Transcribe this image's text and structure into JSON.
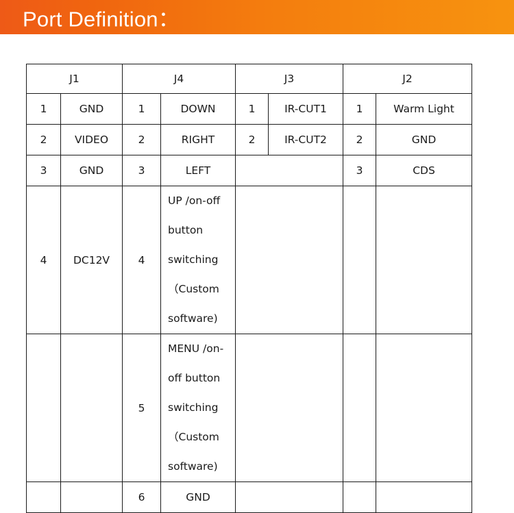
{
  "banner": {
    "title": "Port Definition：",
    "gradient_from": "#ee5a17",
    "gradient_to": "#f7930f",
    "text_color": "#ffffff"
  },
  "table": {
    "border_color": "#1a1a1a",
    "groups": [
      "J1",
      "J4",
      "J3",
      "J2"
    ],
    "rows": [
      {
        "j1_num": "1",
        "j1_label": "GND",
        "j4_num": "1",
        "j4_label": "DOWN",
        "j3_num": "1",
        "j3_label": "IR-CUT1",
        "j2_num": "1",
        "j2_label": "Warm Light"
      },
      {
        "j1_num": "2",
        "j1_label": "VIDEO",
        "j4_num": "2",
        "j4_label": "RIGHT",
        "j3_num": "2",
        "j3_label": "IR-CUT2",
        "j2_num": "2",
        "j2_label": "GND"
      },
      {
        "j1_num": "3",
        "j1_label": "GND",
        "j4_num": "3",
        "j4_label": "LEFT",
        "j3_num": "",
        "j3_label": "",
        "j2_num": "3",
        "j2_label": "CDS"
      },
      {
        "j1_num": "4",
        "j1_label": "DC12V",
        "j4_num": "4",
        "j4_label_lines": [
          "UP /on-off button",
          "switching（Custom",
          "software)"
        ],
        "j3_num": "",
        "j3_label": "",
        "j2_num": "",
        "j2_label": ""
      },
      {
        "j1_num": "",
        "j1_label": "",
        "j4_num": "5",
        "j4_label_lines": [
          "MENU /on-off button",
          "switching（Custom",
          "software)"
        ],
        "j3_num": "",
        "j3_label": "",
        "j2_num": "",
        "j2_label": ""
      },
      {
        "j1_num": "",
        "j1_label": "",
        "j4_num": "6",
        "j4_label": "GND",
        "j3_num": "",
        "j3_label": "",
        "j2_num": "",
        "j2_label": ""
      }
    ]
  }
}
